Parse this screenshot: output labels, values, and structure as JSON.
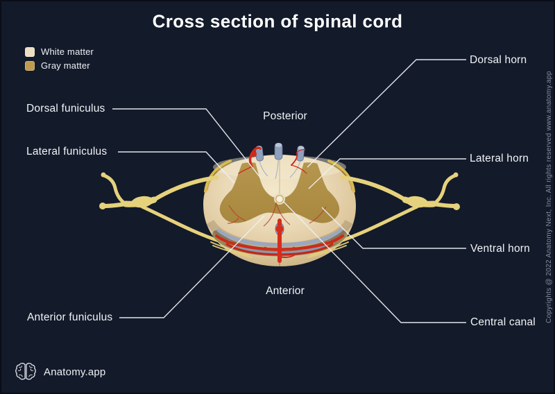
{
  "title": "Cross section of spinal cord",
  "legend": {
    "items": [
      {
        "label": "White matter",
        "color": "#ecdfc3"
      },
      {
        "label": "Gray matter",
        "color": "#bf9a4f"
      }
    ]
  },
  "annotations": {
    "posterior": "Posterior",
    "anterior": "Anterior",
    "dorsal_funiculus": "Dorsal funiculus",
    "lateral_funiculus": "Lateral funiculus",
    "anterior_funiculus": "Anterior funiculus",
    "dorsal_horn": "Dorsal horn",
    "lateral_horn": "Lateral horn",
    "ventral_horn": "Ventral horn",
    "central_canal": "Central canal"
  },
  "watermark": "Copyrights @ 2022 Anatomy Next, Inc. All rights reserved www.anatomy.app",
  "footer": {
    "brand": "Anatomy.app"
  },
  "colors": {
    "background": "#131a2a",
    "white_matter": "#ead9b6",
    "gray_matter": "#b29149",
    "nerve_yellow": "#e6d27c",
    "artery_red": "#d2291b",
    "vein_blue": "#8fa0bd",
    "label_text": "#f2f4f7",
    "leader_line": "#eef0f4"
  }
}
